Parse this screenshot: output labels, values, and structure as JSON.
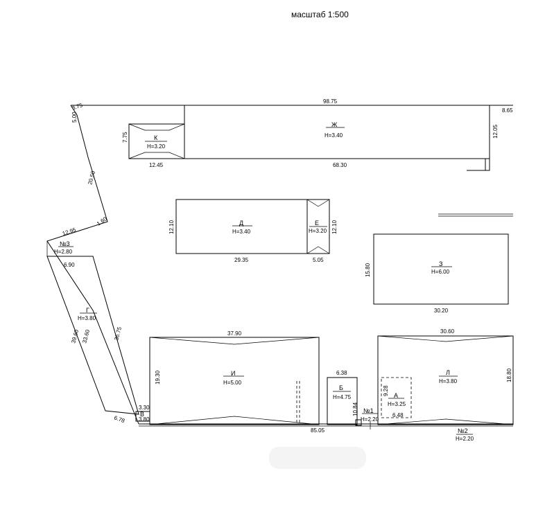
{
  "title": "масштаб  1:500",
  "buildings": {
    "zh": {
      "label": "Ж",
      "height": "H=3.40"
    },
    "k": {
      "label": "К",
      "height": "H=3.20"
    },
    "d": {
      "label": "Д",
      "height": "H=3.40"
    },
    "e": {
      "label": "Е",
      "height": "H=3.20"
    },
    "z": {
      "label": "З",
      "height": "H=6.00"
    },
    "n3": {
      "label": "№3",
      "height": "H=2.80"
    },
    "g": {
      "label": "Г",
      "height": "H=3.80"
    },
    "i": {
      "label": "И",
      "height": "H=5.00"
    },
    "b": {
      "label": "Б",
      "height": "H=4.75"
    },
    "a": {
      "label": "А",
      "height": "H=3.25"
    },
    "l": {
      "label": "Л",
      "height": "H=3.80"
    },
    "v": {
      "label": "В"
    },
    "n1": {
      "label": "№1",
      "height": "H=2.20"
    },
    "n2": {
      "label": "№2",
      "height": "H=2.20"
    }
  },
  "dimensions": {
    "top": "98.75",
    "top_left": "3.75",
    "top_right": "8.65",
    "zh_right": "12.05",
    "zh_bottom": "68.30",
    "k_left": "7.75",
    "k_bottom": "12.45",
    "left_5": "5.00",
    "left_20": "20.50",
    "left_1_60": "1.60",
    "left_12_95": "12.95",
    "d_left": "12.10",
    "d_bottom": "29.35",
    "e_bottom": "5.05",
    "e_right": "12.10",
    "z_left": "15.80",
    "z_bottom": "30.20",
    "n3_bottom": "6.90",
    "g_39": "39.60",
    "g_33": "33.60",
    "g_36": "36.75",
    "i_top": "37.90",
    "i_left": "19.30",
    "v_top": "3.30",
    "v_bottom": "3.80",
    "bottom_left": "6.78",
    "bottom": "85.05",
    "b_top": "6.38",
    "b_right": "10.84",
    "a_left": "9.28",
    "a_bottom": "6.48",
    "l_top": "30.60",
    "l_right": "18.80"
  }
}
